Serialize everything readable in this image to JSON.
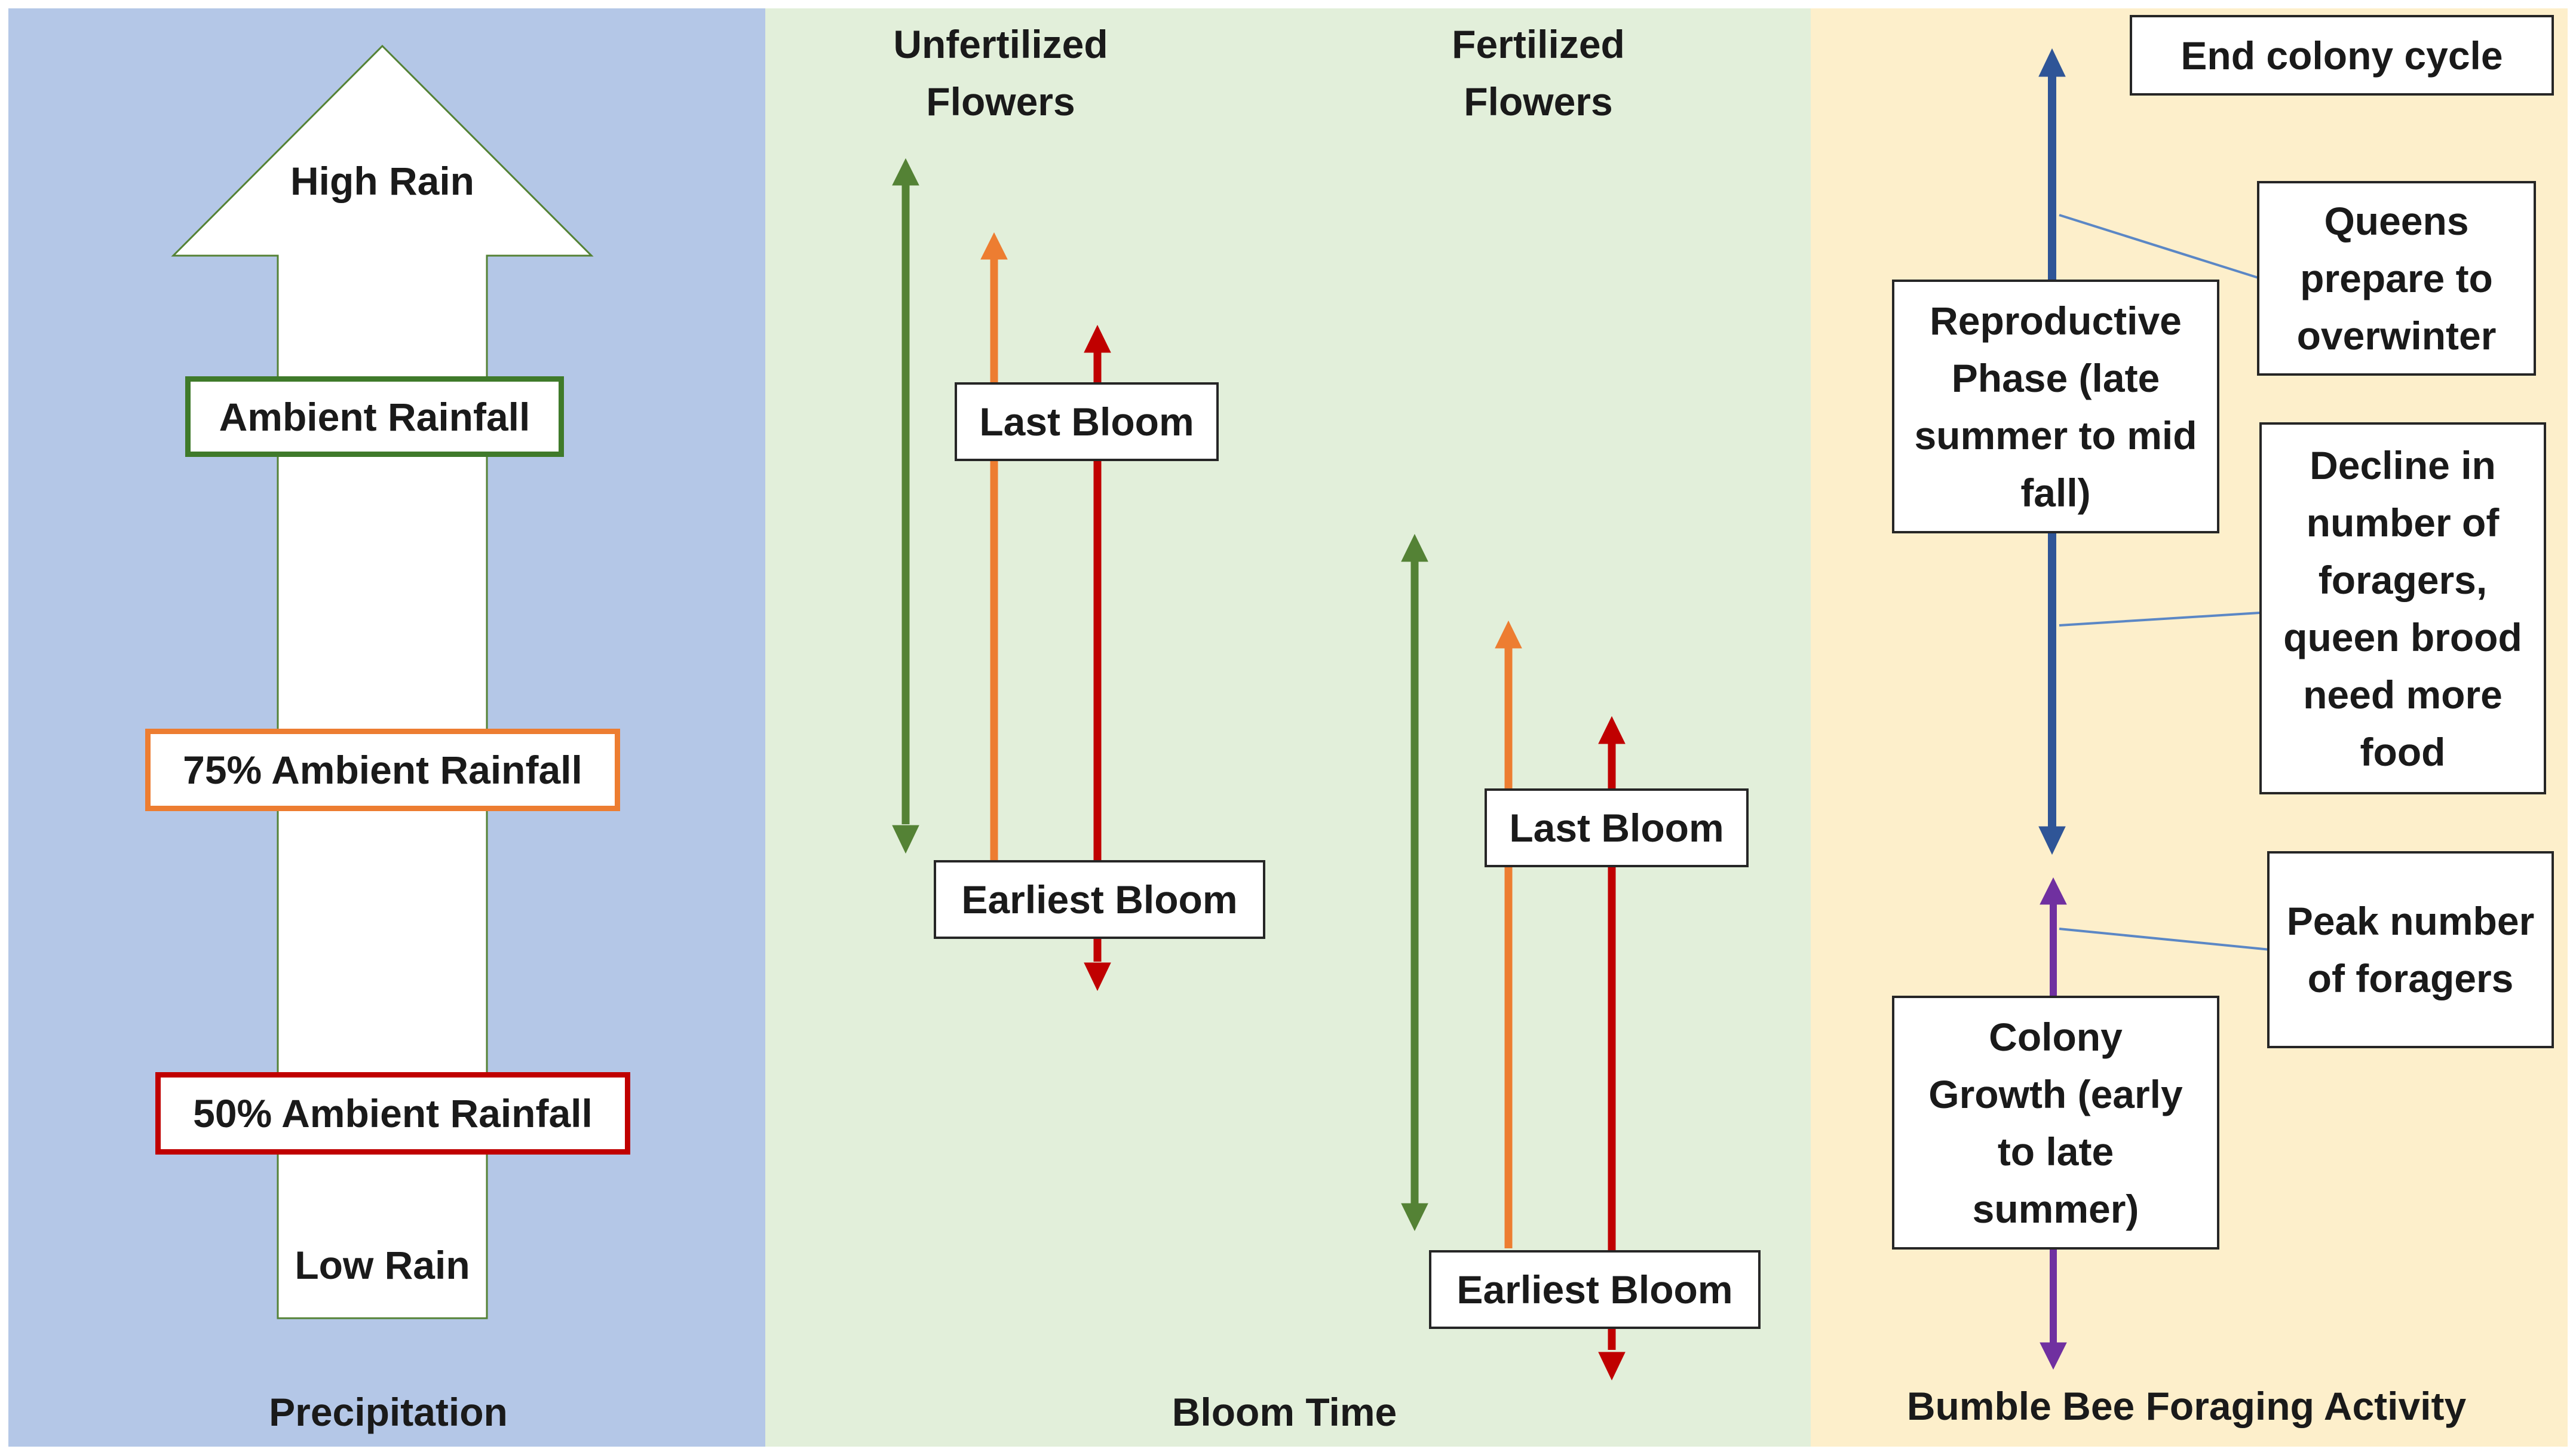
{
  "colors": {
    "precipitation_bg": "#b4c7e7",
    "bloom_bg": "#e2efda",
    "bee_bg": "#fdefcb",
    "green": "#548235",
    "orange": "#ed7d31",
    "red": "#c00000",
    "blue": "#2f5597",
    "purple": "#7030a0"
  },
  "precipitation": {
    "panel_label": "Precipitation",
    "arrow_top_label": "High Rain",
    "arrow_bottom_label": "Low Rain",
    "levels": [
      {
        "label": "Ambient Rainfall",
        "color": "#548235"
      },
      {
        "label": "75% Ambient Rainfall",
        "color": "#ed7d31"
      },
      {
        "label": "50% Ambient Rainfall",
        "color": "#c00000"
      }
    ]
  },
  "bloom": {
    "panel_label": "Bloom Time",
    "groups": [
      {
        "title": "Unfertilized Flowers",
        "last_bloom": "Last Bloom",
        "earliest_bloom": "Earliest Bloom"
      },
      {
        "title": "Fertilized Flowers",
        "last_bloom": "Last Bloom",
        "earliest_bloom": "Earliest Bloom"
      }
    ]
  },
  "bee": {
    "panel_label": "Bumble Bee Foraging Activity",
    "end_cycle": "End colony cycle",
    "reproductive_phase": "Reproductive Phase (late summer to mid fall)",
    "colony_growth": "Colony Growth (early to late summer)",
    "queens_note": "Queens prepare to overwinter",
    "decline_note": "Decline in number of foragers, queen brood need more food",
    "peak_note": "Peak number of foragers"
  }
}
